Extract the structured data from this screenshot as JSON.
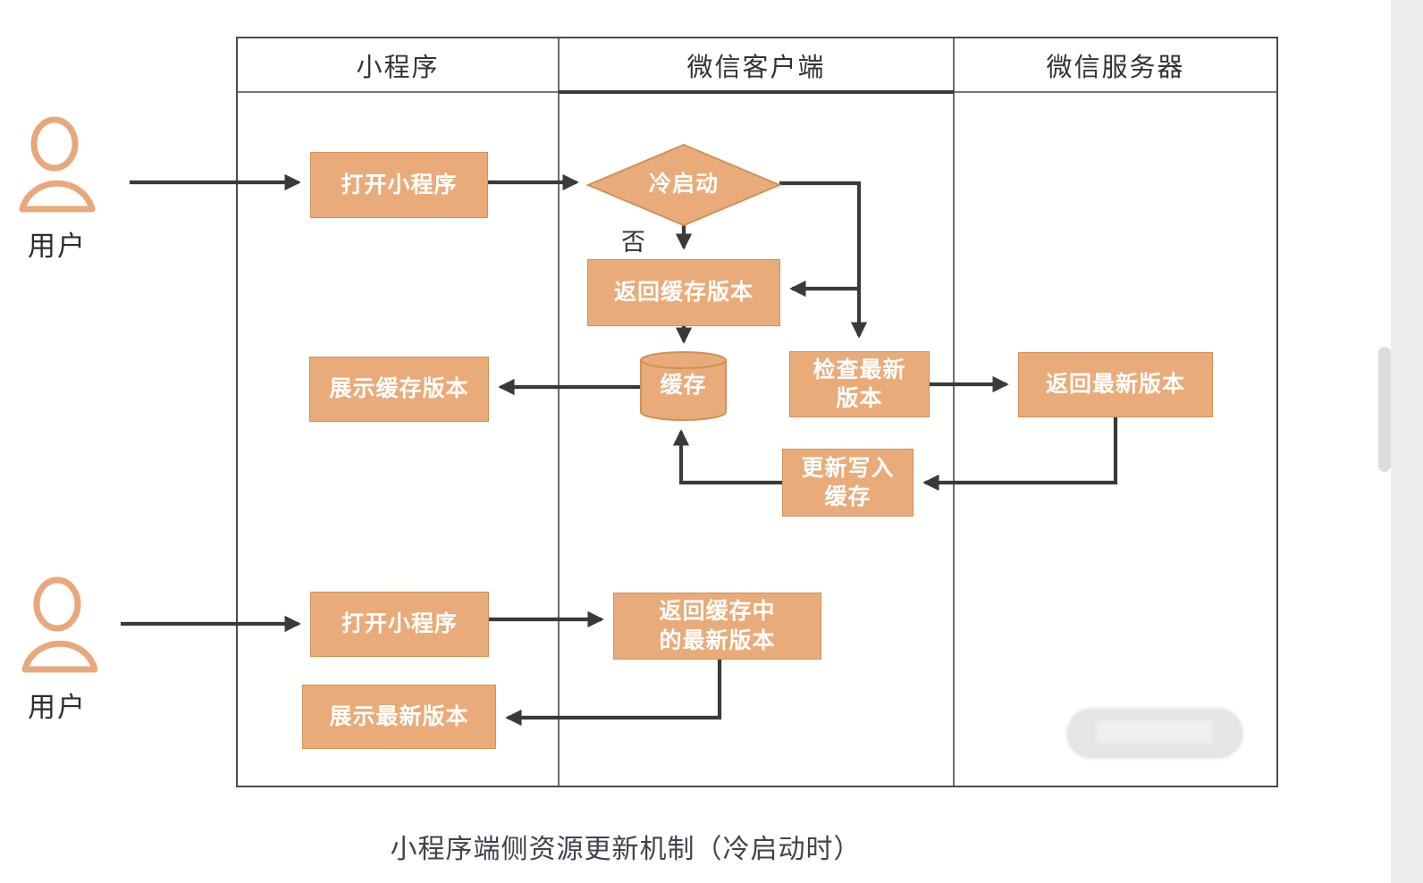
{
  "diagram": {
    "lanes": [
      {
        "title": "小程序"
      },
      {
        "title": "微信客户端"
      },
      {
        "title": "微信服务器"
      }
    ],
    "actors": [
      {
        "label": "用户"
      },
      {
        "label": "用户"
      }
    ],
    "nodes": {
      "open_mini_1": {
        "label": "打开小程序",
        "type": "process"
      },
      "cold_start": {
        "label": "冷启动",
        "type": "decision"
      },
      "return_cache": {
        "label": "返回缓存版本",
        "type": "process"
      },
      "cache_db": {
        "label": "缓存",
        "type": "datastore"
      },
      "show_cache": {
        "label": "展示缓存版本",
        "type": "process"
      },
      "check_latest": {
        "label": "检查最新\n版本",
        "type": "process"
      },
      "return_latest": {
        "label": "返回最新版本",
        "type": "process"
      },
      "update_cache": {
        "label": "更新写入\n缓存",
        "type": "process"
      },
      "open_mini_2": {
        "label": "打开小程序",
        "type": "process"
      },
      "return_latest_in_cache": {
        "label": "返回缓存中\n的最新版本",
        "type": "process"
      },
      "show_latest": {
        "label": "展示最新版本",
        "type": "process"
      }
    },
    "edge_labels": {
      "no": "否"
    },
    "caption": "小程序端侧资源更新机制（冷启动时）"
  },
  "colors": {
    "node_fill": "#e9ab79",
    "node_border": "#cf9257",
    "node_text": "#ffffff",
    "arrow": "#3a3a3a",
    "lane_border": "#4a4a4a",
    "actor_stroke": "#e8a87c",
    "text_dark": "#333333",
    "caption_color": "#3e444d",
    "scroll_track": "#ececec",
    "scroll_thumb": "#dcdcdc",
    "watermark": "#e3e5e6"
  }
}
